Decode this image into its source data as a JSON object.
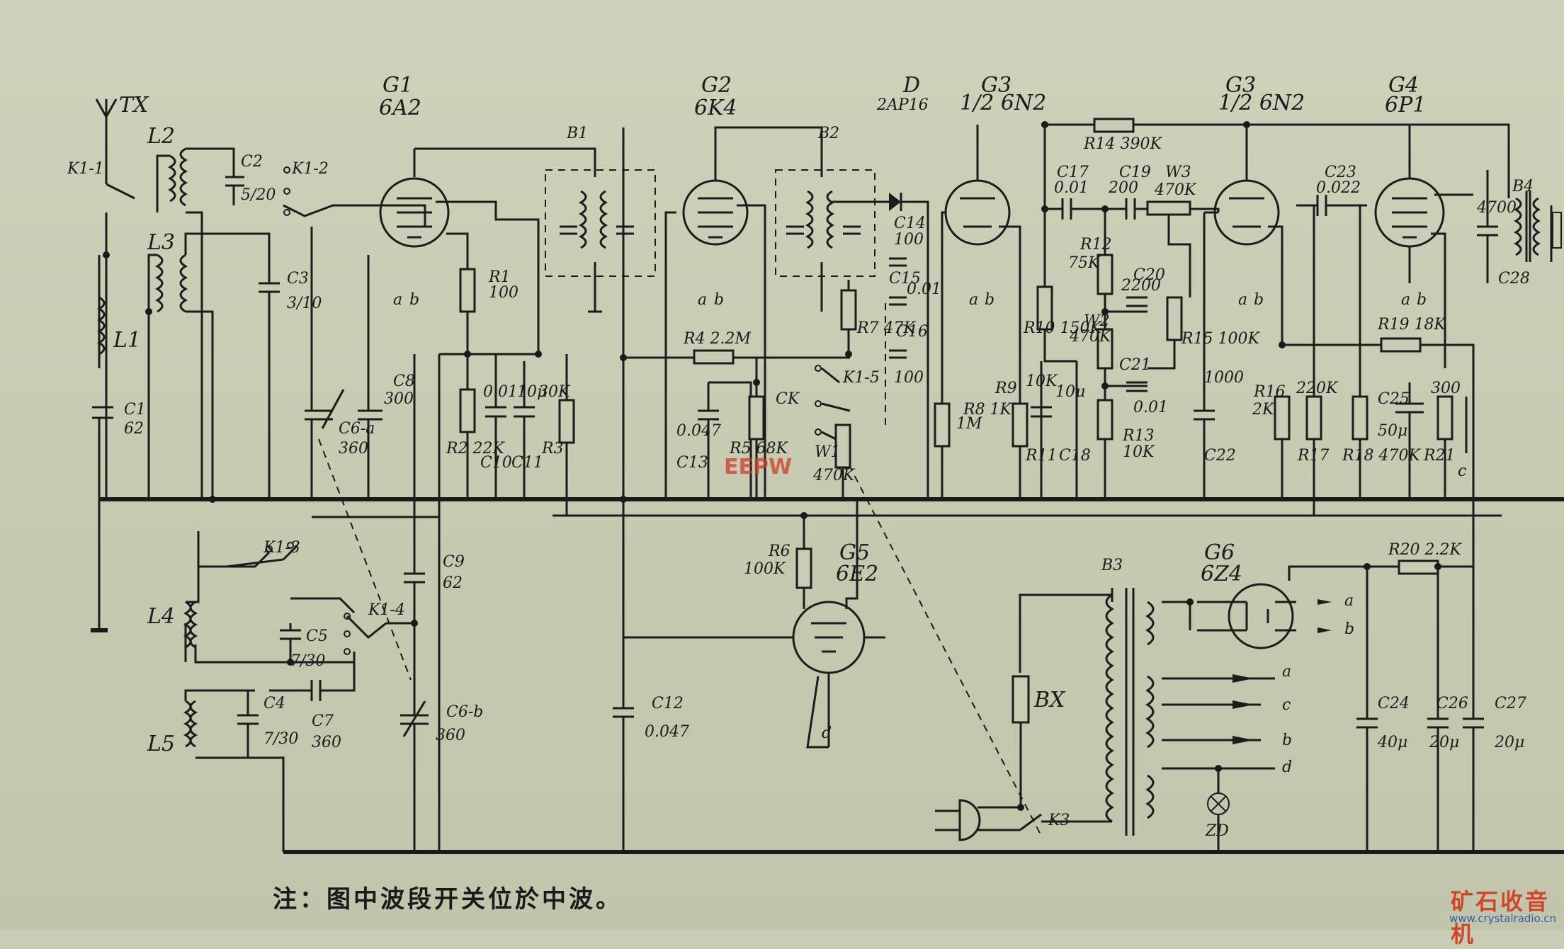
{
  "tubes": {
    "g1": {
      "designator": "G1",
      "type": "6A2"
    },
    "g2": {
      "designator": "G2",
      "type": "6K4"
    },
    "d": {
      "designator": "D",
      "type": "2AP16"
    },
    "g3a": {
      "designator": "G3",
      "type": "1/2 6N2"
    },
    "g3b": {
      "designator": "G3",
      "type": "1/2 6N2"
    },
    "g4": {
      "designator": "G4",
      "type": "6P1"
    },
    "g5": {
      "designator": "G5",
      "type": "6E2"
    },
    "g6": {
      "designator": "G6",
      "type": "6Z4"
    }
  },
  "labels": {
    "tx": "TX",
    "k1_1": "K1-1",
    "k1_2": "K1-2",
    "k1_3": "K1-3",
    "k1_4": "K1-4",
    "k1_5": "K1-5",
    "l1": "L1",
    "l2": "L2",
    "l3": "L3",
    "l4": "L4",
    "l5": "L5",
    "b1": "B1",
    "b2": "B2",
    "b3": "B3",
    "b4": "B4",
    "c1": "C1",
    "c1v": "62",
    "c2": "C2",
    "c2v": "5/20",
    "c3": "C3",
    "c3v": "3/10",
    "c4": "C4",
    "c4v": "7/30",
    "c5": "C5",
    "c5v": "7/30",
    "c6a": "C6-a",
    "c6av": "360",
    "c6b": "C6-b",
    "c6bv": "360",
    "c7": "C7",
    "c7v": "360",
    "c8": "C8",
    "c8v": "300",
    "c9": "C9",
    "c9v": "62",
    "c10": "C10",
    "c10v": "0.01",
    "c11": "C11",
    "c11v": "10μ",
    "c12": "C12",
    "c12v": "0.047",
    "c13": "C13",
    "c13v": "0.047",
    "c14": "C14",
    "c14v": "100",
    "c15": "C15",
    "c15v": "0.01",
    "c16": "C16",
    "c16v": "100",
    "c17": "C17",
    "c17v": "0.01",
    "c18": "C18",
    "c18v": "10μ",
    "c19": "C19",
    "c19v": "200",
    "c20": "C20",
    "c20v": "2200",
    "c21": "C21",
    "c21v": "0.01",
    "c22": "C22",
    "c22v": "1000",
    "c23": "C23",
    "c23v": "0.022",
    "c24": "C24",
    "c24v": "40μ",
    "c25": "C25",
    "c25v": "50μ",
    "c26": "C26",
    "c26v": "20μ",
    "c27": "C27",
    "c27v": "20μ",
    "c28": "C28",
    "c28v": "4700",
    "r1": "R1",
    "r1v": "100",
    "r2": "R2 22K",
    "r3": "R3",
    "r3v": "30K",
    "r4": "R4 2.2M",
    "r5": "R5 68K",
    "r6": "R6",
    "r6v": "100K",
    "r7": "R7 47K",
    "r8": "R8 1K",
    "r9": "R9",
    "r9v": "1M",
    "r10": "R10 150K",
    "r11": "R11",
    "r11v": "10K",
    "r12": "R12",
    "r12v": "75K",
    "r13": "R13",
    "r13v": "10K",
    "r14": "R14 390K",
    "r15": "R15 100K",
    "r16": "R16",
    "r16v": "2K",
    "r17": "R17",
    "r17v": "220K",
    "r18": "R18 470K",
    "r19": "R19 18K",
    "r20": "R20 2.2K",
    "r21": "R21",
    "r21v": "300",
    "w1": "W1",
    "w1v": "470K",
    "w2": "W2",
    "w2v": "470K",
    "w3": "W3",
    "w3v": "470K",
    "ck": "CK",
    "bx": "BX",
    "k3": "K3",
    "zd": "ZD",
    "term_a": "a",
    "term_b": "b",
    "term_c": "c",
    "term_d": "d"
  },
  "note": "注：图中波段开关位於中波。",
  "watermark": {
    "cn": "矿石收音机",
    "url": "www.crystalradio.cn",
    "eepw": "EEPW"
  }
}
